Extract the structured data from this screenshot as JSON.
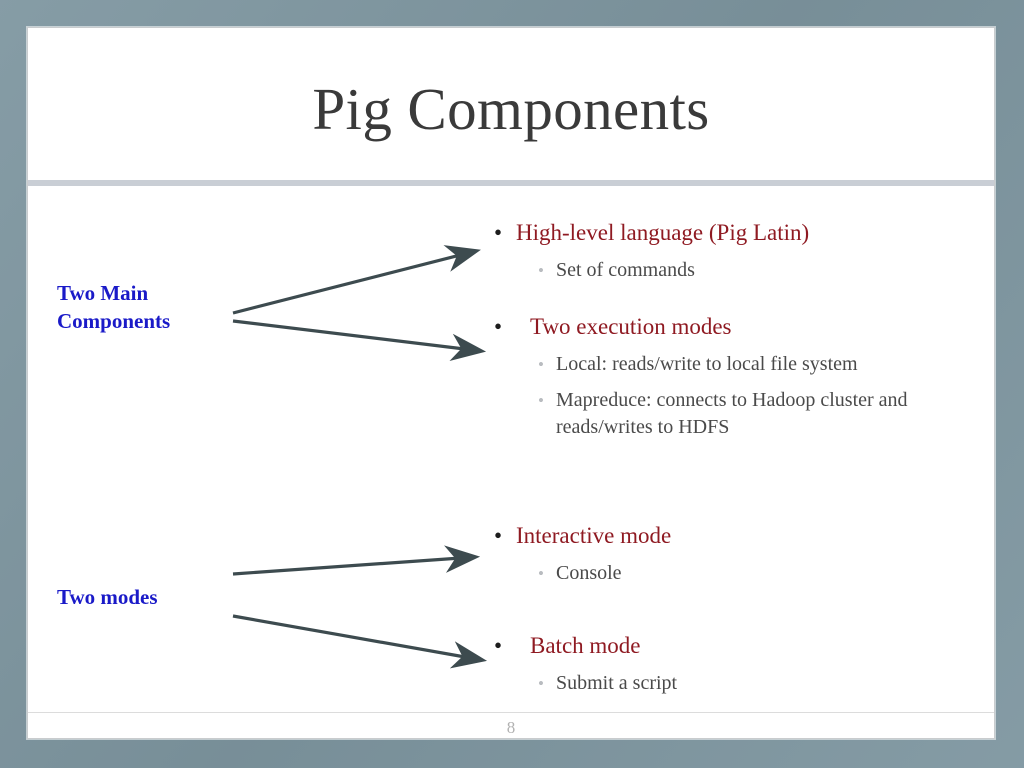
{
  "slide": {
    "title": "Pig Components",
    "page_number": "8",
    "colors": {
      "backdrop": "#7e96a0",
      "sheet": "#ffffff",
      "title_text": "#3a3a3a",
      "divider": "#c9ced5",
      "label_blue": "#1a1ac8",
      "bullet_red": "#8f1a22",
      "subbullet_gray": "#4a4a4a",
      "arrow": "#3d4b4f",
      "page_number": "#b2b2b2"
    },
    "bullet_glyph": "•"
  },
  "groups": [
    {
      "label": "Two Main\nComponents",
      "items": [
        {
          "text": "High-level language (Pig Latin)",
          "children": [
            {
              "text": "Set of commands"
            }
          ]
        },
        {
          "text": "Two execution modes",
          "children": [
            {
              "text": "Local: reads/write to local file system"
            },
            {
              "text": "Mapreduce: connects to Hadoop cluster and reads/writes to HDFS"
            }
          ]
        }
      ]
    },
    {
      "label": "Two modes",
      "items": [
        {
          "text": "Interactive mode",
          "children": [
            {
              "text": "Console"
            }
          ]
        },
        {
          "text": "Batch mode",
          "children": [
            {
              "text": "Submit a script"
            }
          ]
        }
      ]
    }
  ]
}
